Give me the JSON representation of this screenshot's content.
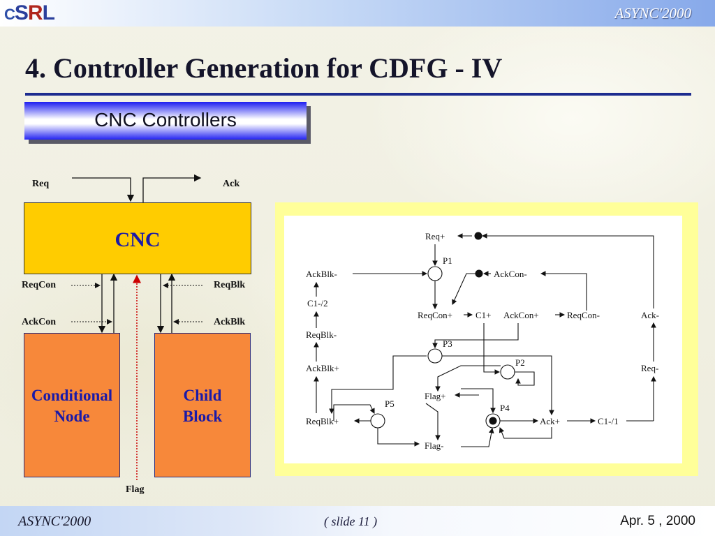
{
  "header": {
    "logo_small": "C",
    "logo_s": "S",
    "logo_r": "R",
    "logo_l": "L",
    "right_text": "ASYNC'2000"
  },
  "slide": {
    "title": "4. Controller Generation for CDFG - IV",
    "subtitle": "CNC Controllers"
  },
  "block_diagram": {
    "req": "Req",
    "ack": "Ack",
    "cnc": "CNC",
    "reqcon": "ReqCon",
    "ackcon": "AckCon",
    "reqblk": "ReqBlk",
    "ackblk": "AckBlk",
    "conditional_line1": "Conditional",
    "conditional_line2": "Node",
    "child_line1": "Child",
    "child_line2": "Block",
    "flag": "Flag"
  },
  "petri_net": {
    "labels": {
      "req_plus": "Req+",
      "p1": "P1",
      "ackblk_minus": "AckBlk-",
      "ackcon_minus": "AckCon-",
      "c1_half": "C1-/2",
      "reqcon_plus": "ReqCon+",
      "c1_plus": "C1+",
      "ackcon_plus": "AckCon+",
      "reqcon_minus": "ReqCon-",
      "ack_minus": "Ack-",
      "reqblk_minus": "ReqBlk-",
      "p3": "P3",
      "ackblk_plus": "AckBlk+",
      "p2": "P2",
      "req_minus": "Req-",
      "flag_plus": "Flag+",
      "p5": "P5",
      "p4": "P4",
      "reqblk_plus": "ReqBlk+",
      "ack_plus": "Ack+",
      "c1_1": "C1-/1",
      "flag_minus": "Flag-"
    }
  },
  "footer": {
    "left": "ASYNC'2000",
    "middle": "( slide 11 )",
    "right": "Apr. 5 , 2000"
  },
  "colors": {
    "title_rule": "#1d2c8f",
    "cnc_box": "#ffcc00",
    "node_box": "#f7883a",
    "panel": "#ffff99",
    "flag_line": "#cc0000"
  }
}
